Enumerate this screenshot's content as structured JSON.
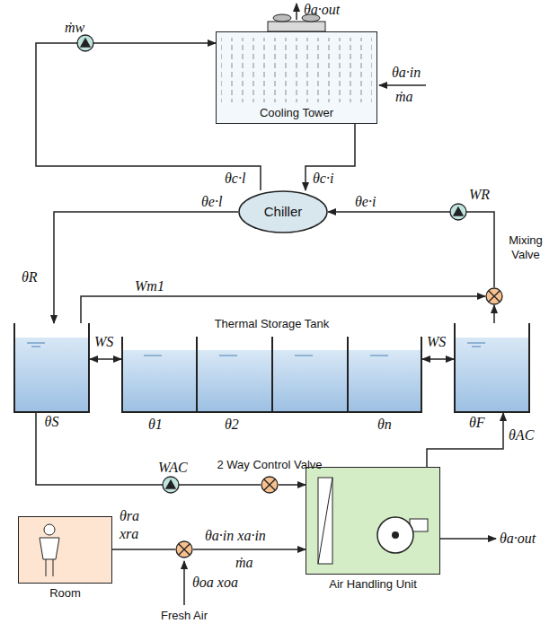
{
  "diagram": {
    "nodes": [
      {
        "text": [
          "Cooling Tower"
        ]
      },
      {
        "text": [
          "Chiller"
        ]
      },
      {
        "text": [
          "Mixing Valve"
        ]
      },
      {
        "text": [
          "θS"
        ]
      },
      {
        "text": [
          "Thermal Storage Tank"
        ]
      },
      {
        "text": [
          "θF"
        ]
      },
      {
        "text": [
          "2 Way Control Valve"
        ]
      },
      {
        "text": [
          "Air Handling Unit"
        ]
      },
      {
        "text": [
          "Room"
        ]
      },
      {
        "text": [
          "Fresh Air"
        ]
      }
    ],
    "edges": [
      {
        "from": 0,
        "to": 1,
        "arrow": "to",
        "label": "θc·i"
      },
      {
        "from": 1,
        "to": 0,
        "arrow": "to",
        "label": "θc·l"
      },
      {
        "from": 1,
        "to": 3,
        "arrow": "to",
        "label": "θe·l"
      },
      {
        "from": 3,
        "to": 2,
        "arrow": "to",
        "label": "Wm1"
      },
      {
        "from": 2,
        "to": 1,
        "arrow": "to",
        "label": "θe·i"
      },
      {
        "from": 5,
        "to": 2,
        "arrow": "to"
      },
      {
        "from": 3,
        "to": 4,
        "arrow": "both",
        "label": "WS"
      },
      {
        "from": 4,
        "to": 5,
        "arrow": "both",
        "label": "WS"
      },
      {
        "from": 3,
        "to": 6,
        "arrow": "none",
        "label": "WAC"
      },
      {
        "from": 6,
        "to": 7,
        "arrow": "to"
      },
      {
        "from": 7,
        "to": 5,
        "arrow": "to",
        "label": "θAC"
      },
      {
        "from": 8,
        "to": 9,
        "arrow": "none"
      },
      {
        "from": 9,
        "to": 7,
        "arrow": "to",
        "label": "θa·in xa·in"
      }
    ],
    "labels": [
      "θa·out",
      "θa·in",
      "ṁa",
      "ṁw",
      "θR",
      "WR",
      "θ1",
      "θ2",
      "θn",
      "θra",
      "xra",
      "θoa xoa",
      "ṁa",
      "θa·out"
    ]
  }
}
